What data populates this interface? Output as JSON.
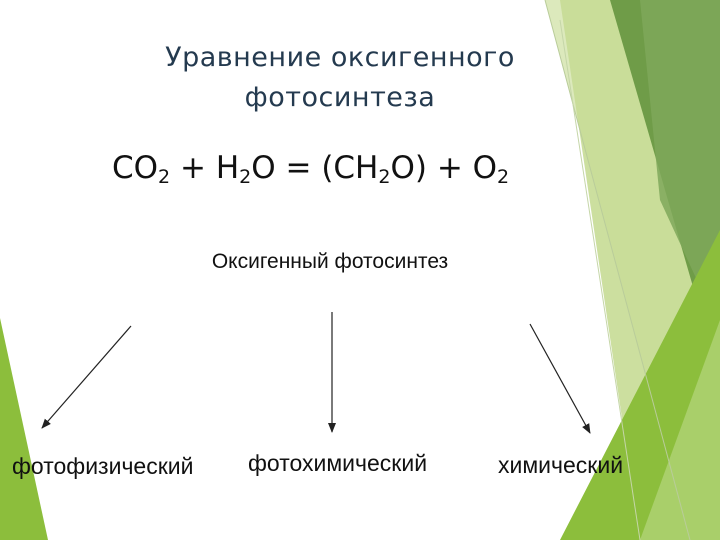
{
  "slide": {
    "title_line1": "Уравнение оксигенного",
    "title_line2": "фотосинтеза",
    "equation": {
      "co": "CO",
      "co_sub": "2",
      "plus1": "+ H",
      "h_sub": "2",
      "o_eq": "O = (CH",
      "ch_sub": "2",
      "o_plus": "O) + O",
      "o_sub": "2"
    },
    "diagram_title": "Оксигенный фотосинтез",
    "branches": {
      "left": "фотофизический",
      "center": "фотохимический",
      "right": "химический"
    },
    "colors": {
      "accent_light": "#c7dc95",
      "accent_mid": "#8cbe3c",
      "accent_dark": "#6f9c48",
      "text_title": "#243a4f"
    }
  }
}
